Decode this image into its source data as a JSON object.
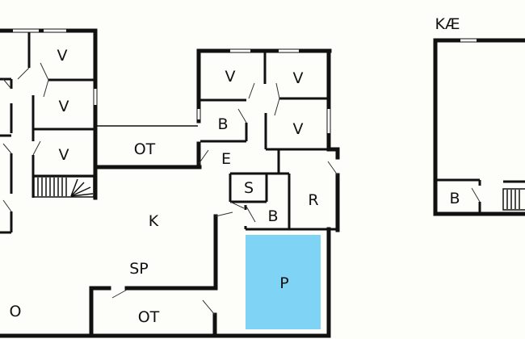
{
  "plan": {
    "rooms": {
      "v1": "V",
      "v2": "V",
      "v3": "V",
      "v4": "V",
      "v5": "V",
      "v6": "V",
      "ot1": "OT",
      "ot2": "OT",
      "b1": "B",
      "b2": "B",
      "b3": "B",
      "e": "E",
      "s": "S",
      "r": "R",
      "k": "K",
      "sp": "SP",
      "p": "P",
      "o": "O"
    },
    "annex_title": "KÆ",
    "colors": {
      "pool": "#7fd3f5",
      "walls": "#111111",
      "background": "#fdfdf9"
    }
  }
}
